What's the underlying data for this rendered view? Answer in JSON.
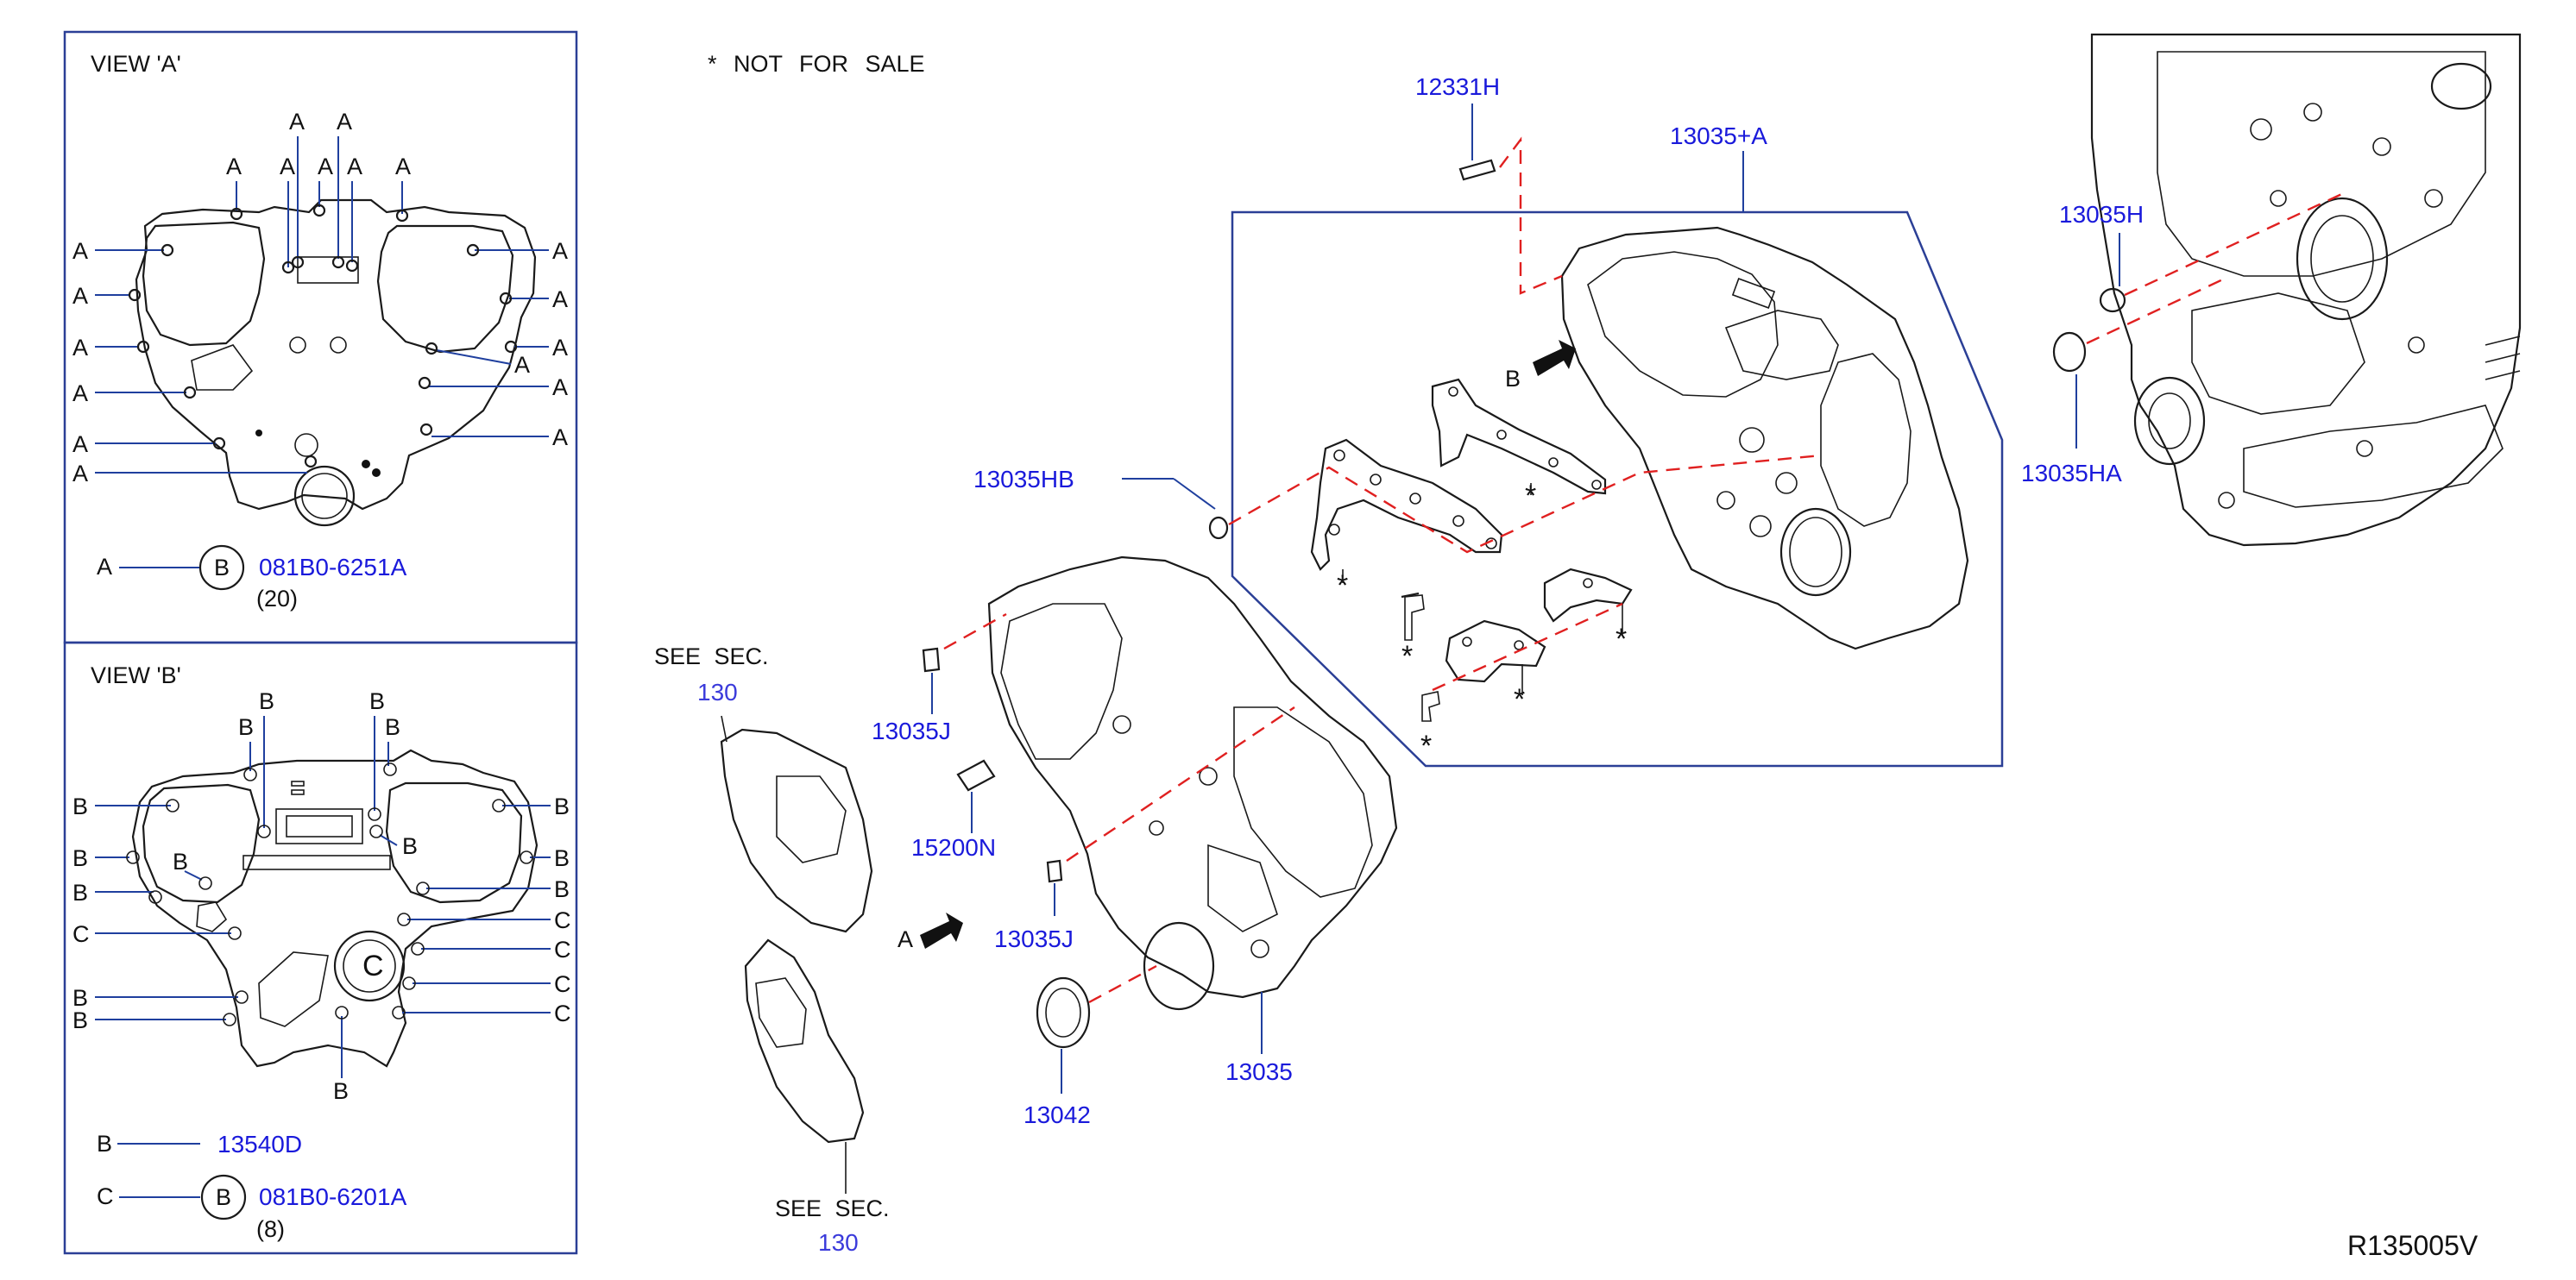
{
  "colors": {
    "part_number": "#1a1adb",
    "leader": "#1f3f9e",
    "mating_line": "#e02020",
    "outline": "#1a1a1a"
  },
  "note": "* NOT FOR SALE",
  "diagram_code": "R135005V",
  "view_a": {
    "title": "VIEW  'A'",
    "bolt_letter": "A",
    "legend_letter": "A",
    "legend_circle": "B",
    "part_number": "081B0-6251A",
    "qty": "(20)"
  },
  "view_b": {
    "title": "VIEW  'B'",
    "letter_b": "B",
    "letter_c": "C",
    "legend_b_letter": "B",
    "legend_b_part": "13540D",
    "legend_c_letter": "C",
    "legend_c_circle": "B",
    "legend_c_part": "081B0-6201A",
    "legend_c_qty": "(8)"
  },
  "callouts": {
    "p12331H": "12331H",
    "p13035A": "13035+A",
    "p13035H": "13035H",
    "p13035HB": "13035HB",
    "p13035HA": "13035HA",
    "p13035J_top": "13035J",
    "p15200N": "15200N",
    "p13035J_bottom": "13035J",
    "p13035": "13035",
    "p13042": "13042",
    "see_sec_top": "SEE   SEC.",
    "sec_top_num": "130",
    "see_sec_bottom": "SEE   SEC.",
    "sec_bottom_num": "130",
    "view_arrow_a": "A",
    "view_arrow_b": "B",
    "star": "*"
  }
}
